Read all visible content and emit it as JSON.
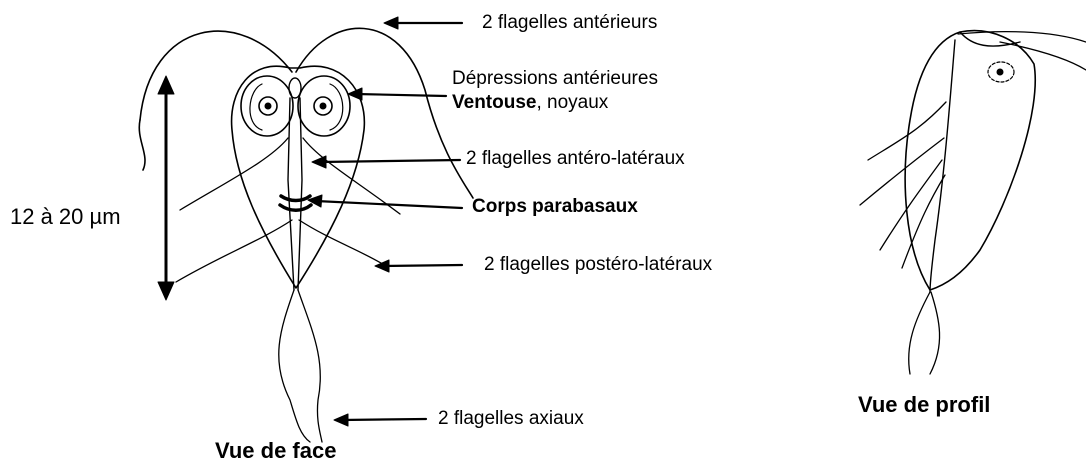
{
  "labels": {
    "anterior_flagella": "2 flagelles  antérieurs",
    "depressions": "Dépressions antérieures",
    "ventouse_bold": "Ventouse",
    "ventouse_rest": ", noyaux",
    "antero_lateral": "2 flagelles  antéro-latéraux",
    "parabasal": "Corps parabasaux",
    "postero_lateral": "2 flagelles  postéro-latéraux",
    "axial": "2 flagelles  axiaux",
    "size": "12 à 20 µm"
  },
  "captions": {
    "front_view": "Vue de face",
    "profile_view": "Vue de profil"
  }
}
